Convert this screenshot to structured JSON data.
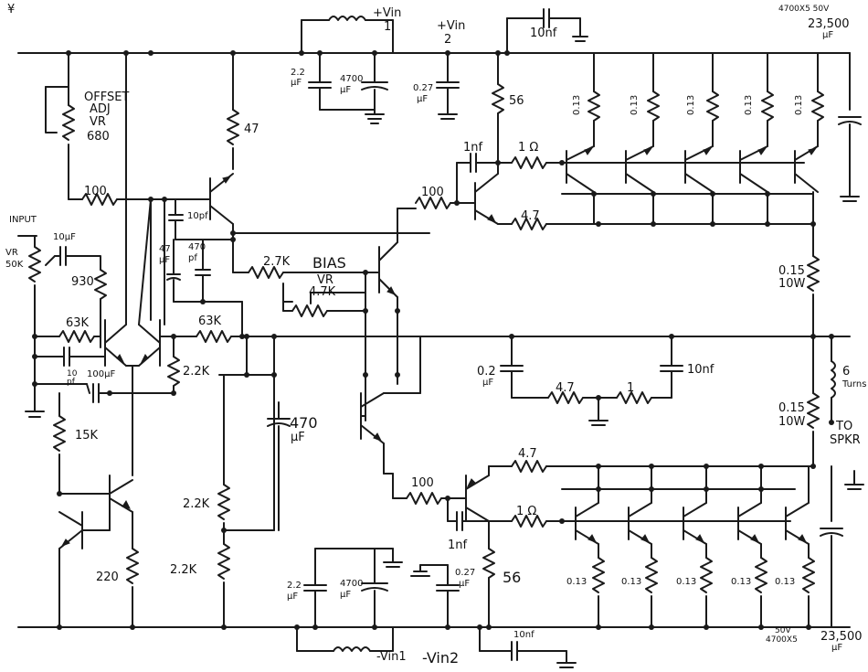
{
  "labels": {
    "corner_mark": "¥",
    "offset_adj": "OFFSET",
    "offset_adj2": "ADJ",
    "vr680_a": "VR",
    "vr680_b": "680",
    "input": "INPUT",
    "vr50k_a": "VR",
    "vr50k_b": "50K",
    "r930": "930",
    "c10uf": "10µF",
    "r63k_a": "63K",
    "r63k_b": "63K",
    "c10pf_a": "10",
    "c10pf_b": "pf",
    "c100uf": "100µF",
    "r15k": "15K",
    "r220": "220",
    "r100_a": "100",
    "r47": "47",
    "c10pf2": "10pf",
    "c47uf_a": "47",
    "c47uf_b": "µF",
    "c470pf_a": "470",
    "c470pf_b": "pf",
    "r2_7k": "2.7K",
    "bias": "BIAS",
    "vr4_7k_a": "VR",
    "vr4_7k_b": "4.7K",
    "r2_2k_a": "2.2K",
    "c470uf_a": "470",
    "c470uf_b": "µF",
    "r2_2k_b": "2.2K",
    "r2_2k_c": "2.2K",
    "vin1_top": "+Vin",
    "vin1_top_n": "1",
    "vin2_top": "+Vin",
    "vin2_top_n": "2",
    "c10nf_top": "10nf",
    "c2_2uf_top_a": "2.2",
    "c2_2uf_top_b": "µF",
    "c4700_top_a": "4700",
    "c4700_top_b": "µF",
    "c0_27_top_a": "0.27",
    "c0_27_top_b": "µF",
    "r56_top": "56",
    "c1nf_top": "1nf",
    "r1ohm_top": "1 Ω",
    "r100_b": "100",
    "r4_7_top": "4.7",
    "re_top": [
      "0.13",
      "0.13",
      "0.13",
      "0.13",
      "0.13"
    ],
    "cap_top_right": "4700X5 50V",
    "cap_top_right2": "23,500",
    "cap_top_right3": "µF",
    "r0_15_top_a": "0.15",
    "r0_15_top_b": "10W",
    "turns_a": "6",
    "turns_b": "Turns",
    "r0_15_bot_a": "0.15",
    "r0_15_bot_b": "10W",
    "to_spkr_a": "TO",
    "to_spkr_b": "SPKR",
    "c0_2uf_a": "0.2",
    "c0_2uf_b": "µF",
    "r4_7_mid": "4.7",
    "r1_mid": "1",
    "c10nf_mid": "10nf",
    "r4_7_bot": "4.7",
    "r100_c": "100",
    "r1ohm_bot": "1 Ω",
    "c1nf_bot": "1nf",
    "r56_bot": "56",
    "re_bot": [
      "0.13",
      "0.13",
      "0.13",
      "0.13",
      "0.13"
    ],
    "c2_2uf_bot_a": "2.2",
    "c2_2uf_bot_b": "µF",
    "c4700_bot_a": "4700",
    "c4700_bot_b": "µF",
    "c0_27_bot_a": "0.27",
    "c0_27_bot_b": "µF",
    "vin1_bot": "-Vin1",
    "vin2_bot": "-Vin2",
    "c10nf_bot": "10nf",
    "cap_bot_right": "4700X5",
    "cap_bot_right2": "23,500",
    "cap_bot_right3": "µF",
    "cap_bot_right_v": "50V"
  }
}
